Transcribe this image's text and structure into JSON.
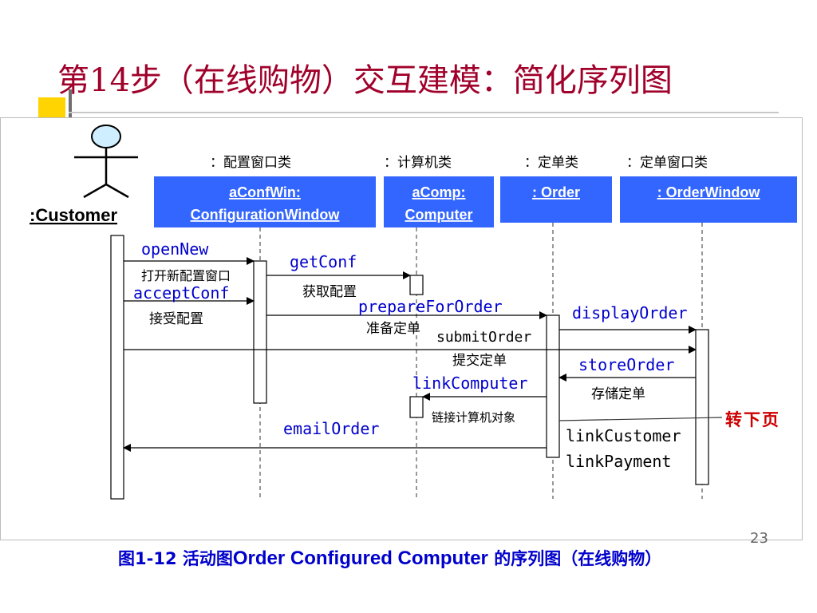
{
  "title": "第14步（在线购物）交互建模：简化序列图",
  "actor": {
    "label": ":Customer"
  },
  "stereotypes": [
    "：配置窗口类",
    "：计算机类",
    "：定单类",
    "：定单窗口类"
  ],
  "objects": [
    {
      "line1": "aConfWin:",
      "line2": "ConfigurationWindow"
    },
    {
      "line1": "aComp:",
      "line2": "Computer"
    },
    {
      "line1": ": Order",
      "line2": ""
    },
    {
      "line1": ": OrderWindow",
      "line2": ""
    }
  ],
  "messages": {
    "openNew": "openNew",
    "openNew_cn": "打开新配置窗口",
    "acceptConf": "acceptConf",
    "acceptConf_cn": "接受配置",
    "getConf": "getConf",
    "getConf_cn": "获取配置",
    "prepareForOrder": "prepareForOrder",
    "prepareForOrder_cn": "准备定单",
    "displayOrder": "displayOrder",
    "submitOrder": "submitOrder",
    "submitOrder_cn": "提交定单",
    "storeOrder": "storeOrder",
    "storeOrder_cn": "存储定单",
    "linkComputer": "linkComputer",
    "linkComputer_cn": "链接计算机对象",
    "emailOrder": "emailOrder",
    "linkCustomer": "linkCustomer",
    "linkPayment": "linkPayment"
  },
  "continue_note": "转下页",
  "page_number": "23",
  "caption": {
    "prefix": "图1-12  活动图",
    "middle": "Order Configured Computer",
    "suffix": " 的序列图（在线购物）"
  },
  "colors": {
    "title": "#a0002a",
    "object_box": "#3366ff",
    "message_blue": "#0000cc",
    "note_red": "#cc0000"
  }
}
